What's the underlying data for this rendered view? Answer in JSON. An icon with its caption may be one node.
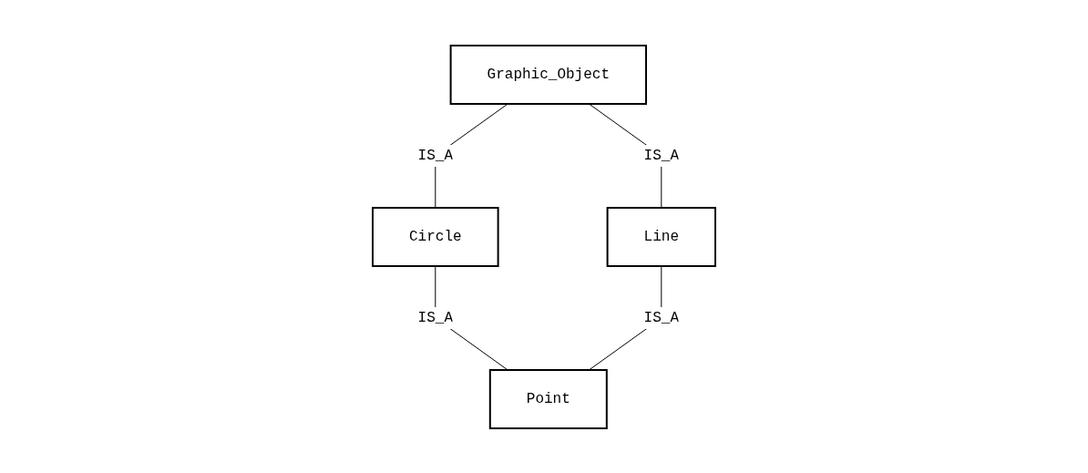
{
  "diagram": {
    "nodes": [
      {
        "text": [
          "Graphic_Object"
        ]
      },
      {
        "text": [
          "Circle"
        ]
      },
      {
        "text": [
          "Line"
        ]
      },
      {
        "text": [
          "Point"
        ]
      }
    ],
    "edges": [
      {
        "from": 0,
        "to": 1,
        "arrow": "none",
        "label": "IS_A"
      },
      {
        "from": 0,
        "to": 2,
        "arrow": "none",
        "label": "IS_A"
      },
      {
        "from": 1,
        "to": 3,
        "arrow": "none",
        "label": "IS_A"
      },
      {
        "from": 2,
        "to": 3,
        "arrow": "none",
        "label": "IS_A"
      }
    ]
  }
}
